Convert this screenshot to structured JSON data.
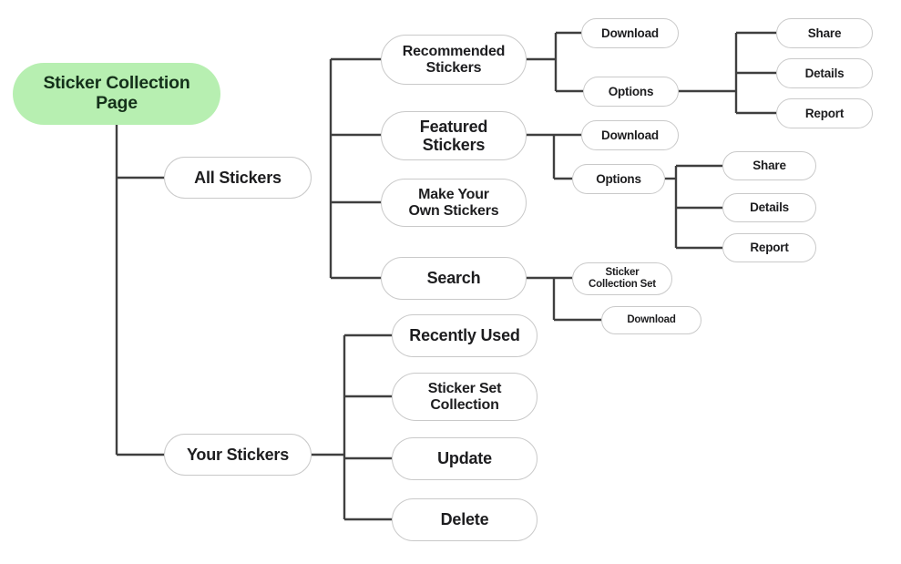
{
  "diagram": {
    "title": "Sticker Collection Page Sitemap",
    "background_color": "#ffffff",
    "root_fill_color": "#b7efb1",
    "node_fill_color": "#ffffff",
    "node_border_color": "#c9c9c9",
    "edge_color": "#3f3f3f",
    "text_color": "#1d1d1f"
  },
  "nodes": {
    "root": "Sticker Collection\nPage",
    "all_stickers": "All Stickers",
    "your_stickers": "Your Stickers",
    "recommended_stickers": "Recommended\nStickers",
    "featured_stickers": "Featured\nStickers",
    "make_your_own_stickers": "Make Your\nOwn Stickers",
    "search": "Search",
    "rec_download": "Download",
    "rec_options": "Options",
    "rec_share": "Share",
    "rec_details": "Details",
    "rec_report": "Report",
    "feat_download": "Download",
    "feat_options": "Options",
    "feat_share": "Share",
    "feat_details": "Details",
    "feat_report": "Report",
    "search_sticker_collection_set": "Sticker\nCollection Set",
    "search_download": "Download",
    "recently_used": "Recently Used",
    "sticker_set_collection": "Sticker Set\nCollection",
    "update": "Update",
    "delete": "Delete"
  },
  "hierarchy": {
    "Sticker Collection Page": {
      "All Stickers": {
        "Recommended Stickers": {
          "Download": {},
          "Options": {
            "Share": {},
            "Details": {},
            "Report": {}
          }
        },
        "Featured Stickers": {
          "Download": {},
          "Options": {
            "Share": {},
            "Details": {},
            "Report": {}
          }
        },
        "Make Your Own Stickers": {},
        "Search": {
          "Sticker Collection Set": {},
          "Download": {}
        }
      },
      "Your Stickers": {
        "Recently Used": {},
        "Sticker Set Collection": {},
        "Update": {},
        "Delete": {}
      }
    }
  }
}
